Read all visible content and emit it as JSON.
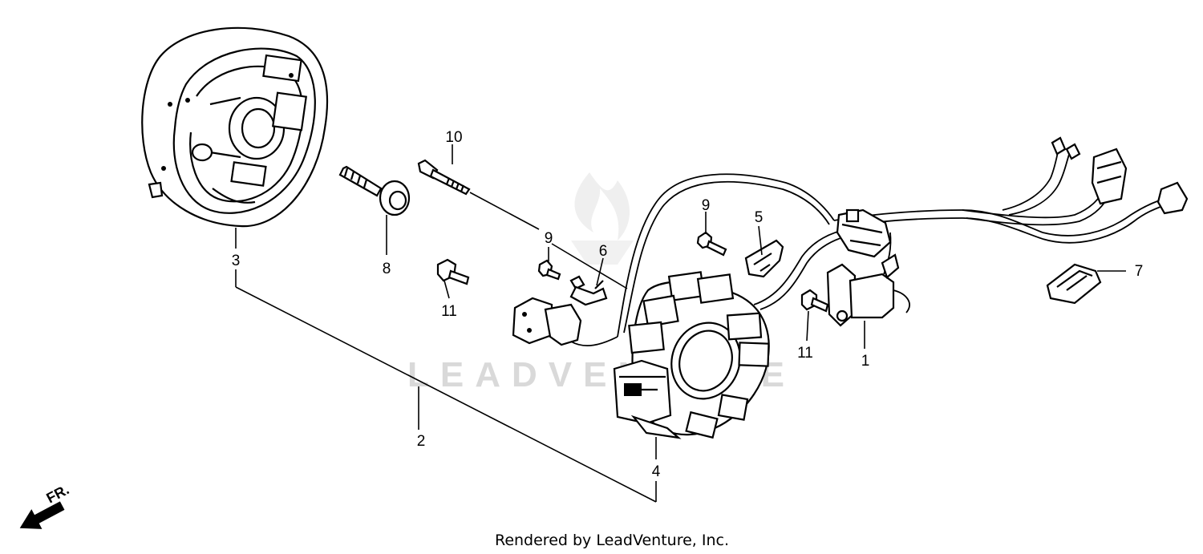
{
  "diagram": {
    "watermark": "LEADVENTURE",
    "credit": "Rendered by LeadVenture, Inc.",
    "direction_label": "FR.",
    "callouts": {
      "c1": "1",
      "c2": "2",
      "c3": "3",
      "c4": "4",
      "c5": "5",
      "c6": "6",
      "c7": "7",
      "c8": "8",
      "c9a": "9",
      "c9b": "9",
      "c10": "10",
      "c11a": "11",
      "c11b": "11"
    }
  }
}
